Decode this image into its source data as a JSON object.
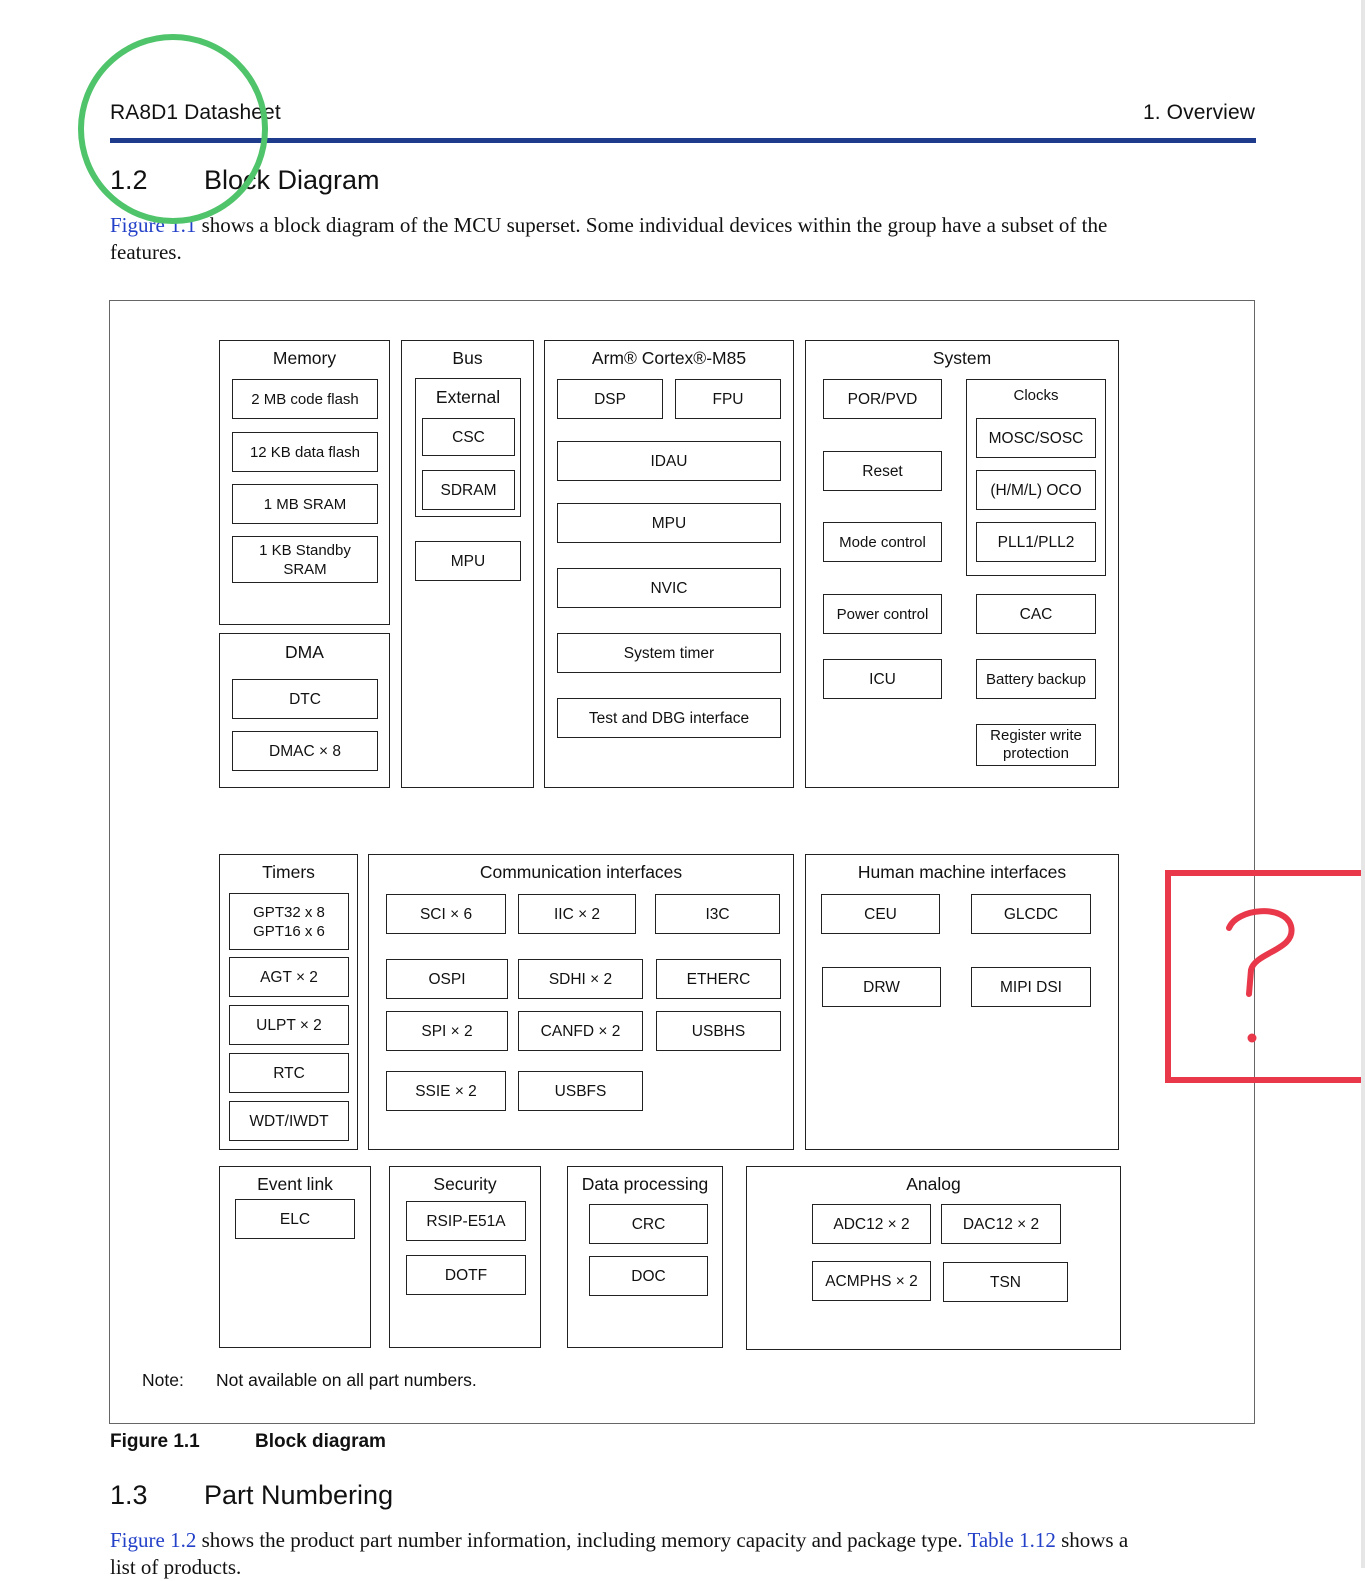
{
  "header": {
    "left": "RA8D1 Datasheet",
    "right": "1. Overview"
  },
  "section_1_2": {
    "number": "1.2",
    "title": "Block Diagram",
    "intro_link": "Figure 1.1",
    "intro_line1": " shows a block diagram of the MCU superset. Some individual devices within the group have a subset of the",
    "intro_line2": "features."
  },
  "diagram": {
    "memory": {
      "title": "Memory",
      "items": [
        "2 MB code flash",
        "12 KB data flash",
        "1 MB SRAM",
        "1 KB Standby\nSRAM"
      ]
    },
    "dma": {
      "title": "DMA",
      "items": [
        "DTC",
        "DMAC × 8"
      ]
    },
    "bus": {
      "title": "Bus",
      "external_title": "External",
      "external_items": [
        "CSC",
        "SDRAM"
      ],
      "mpu": "MPU"
    },
    "cpu": {
      "title": "Arm® Cortex®-M85",
      "items": [
        "DSP",
        "FPU",
        "IDAU",
        "MPU",
        "NVIC",
        "System timer",
        "Test and DBG interface"
      ]
    },
    "system": {
      "title": "System",
      "items": [
        "POR/PVD",
        "Reset",
        "Mode control",
        "Power control",
        "ICU",
        "CAC",
        "Battery backup",
        "Register write\nprotection"
      ],
      "clocks_title": "Clocks",
      "clocks_items": [
        "MOSC/SOSC",
        "(H/M/L) OCO",
        "PLL1/PLL2"
      ]
    },
    "timers": {
      "title": "Timers",
      "items": [
        "GPT32 x 8\nGPT16 x 6",
        "AGT × 2",
        "ULPT × 2",
        "RTC",
        "WDT/IWDT"
      ]
    },
    "comm": {
      "title": "Communication interfaces",
      "items": [
        "SCI × 6",
        "IIC × 2",
        "I3C",
        "OSPI",
        "SDHI × 2",
        "ETHERC",
        "SPI × 2",
        "CANFD × 2",
        "USBHS",
        "SSIE × 2",
        "USBFS"
      ]
    },
    "hmi": {
      "title": "Human machine interfaces",
      "items": [
        "CEU",
        "GLCDC",
        "DRW",
        "MIPI DSI"
      ]
    },
    "event": {
      "title": "Event link",
      "items": [
        "ELC"
      ]
    },
    "security": {
      "title": "Security",
      "items": [
        "RSIP-E51A",
        "DOTF"
      ]
    },
    "dataproc": {
      "title": "Data processing",
      "items": [
        "CRC",
        "DOC"
      ]
    },
    "analog": {
      "title": "Analog",
      "items": [
        "ADC12 × 2",
        "DAC12 × 2",
        "ACMPHS × 2",
        "TSN"
      ]
    },
    "note_label": "Note:",
    "note_text": "Not available on all part numbers."
  },
  "figure_caption": {
    "number": "Figure 1.1",
    "title": "Block diagram"
  },
  "section_1_3": {
    "number": "1.3",
    "title": "Part Numbering",
    "link1": "Figure 1.2",
    "text1": " shows the product part number information, including memory capacity and package type. ",
    "link2": "Table 1.12",
    "text2": " shows a",
    "line2": "list of products."
  },
  "annotation": {
    "question_mark": "?"
  }
}
